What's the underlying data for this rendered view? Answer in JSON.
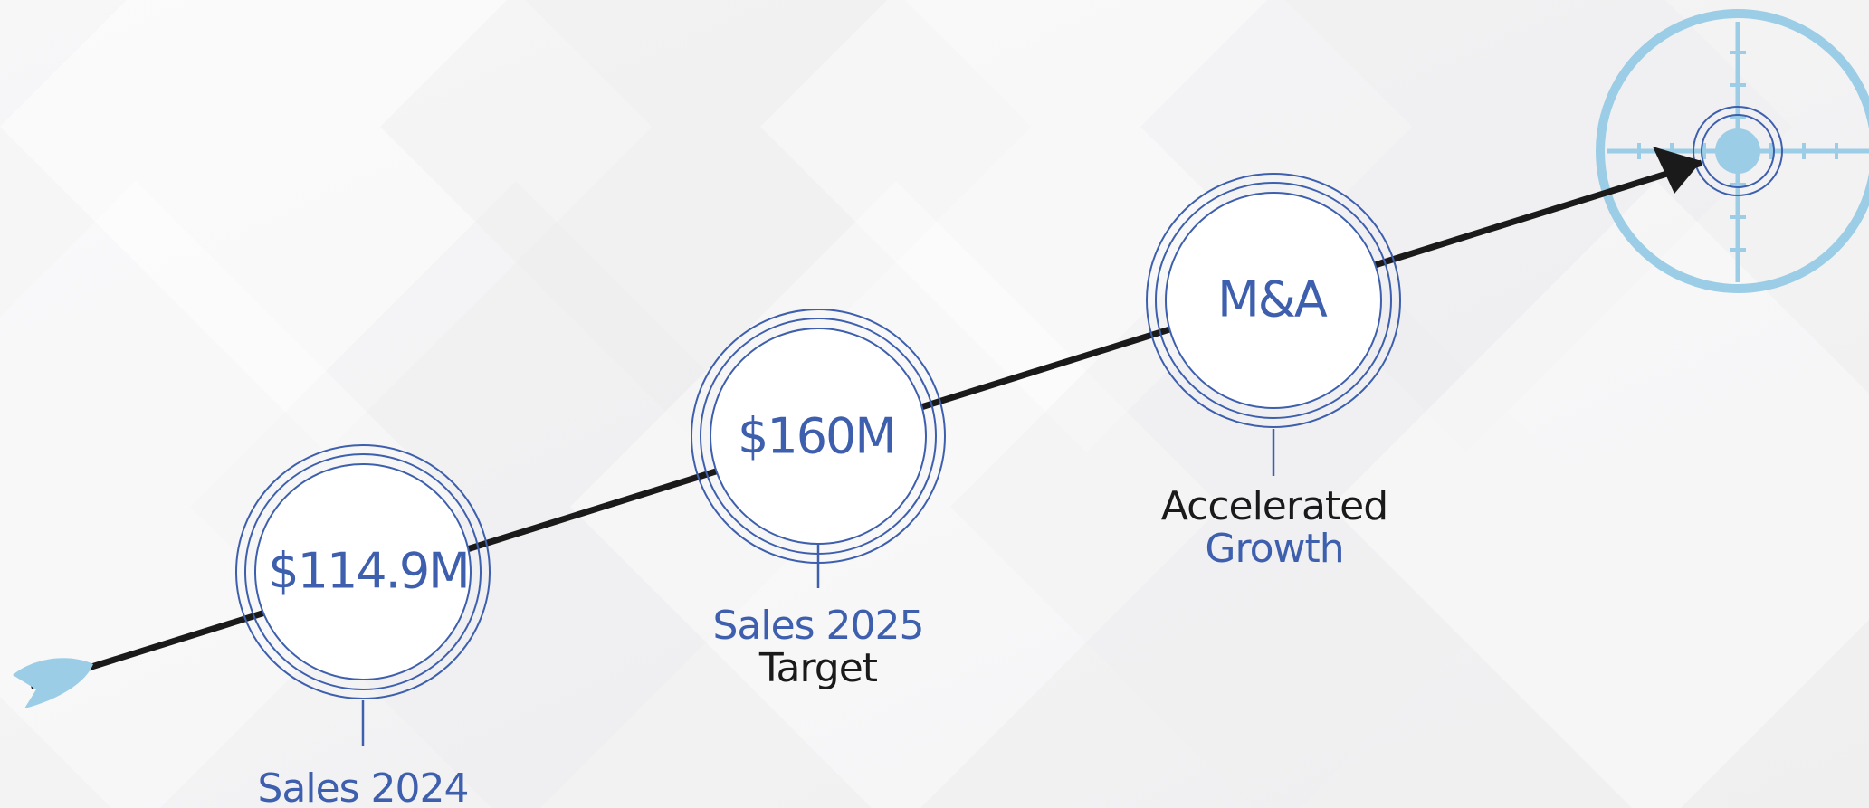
{
  "colors": {
    "accent": "#3d5fad",
    "dark": "#1a1a1a",
    "target_light": "#9ccde6",
    "background": "#f3f3f4"
  },
  "milestones": [
    {
      "value": "$114.9M",
      "caption_primary": "Sales 2024",
      "caption_secondary": ""
    },
    {
      "value": "$160M",
      "caption_primary": "Sales 2025",
      "caption_secondary": "Target"
    },
    {
      "value": "M&A",
      "caption_primary": "Accelerated",
      "caption_secondary": "Growth"
    }
  ],
  "icons": {
    "target": "crosshair-target-icon",
    "arrow_head": "arrow-head-icon",
    "arrow_fletching": "arrow-fletching-icon"
  }
}
